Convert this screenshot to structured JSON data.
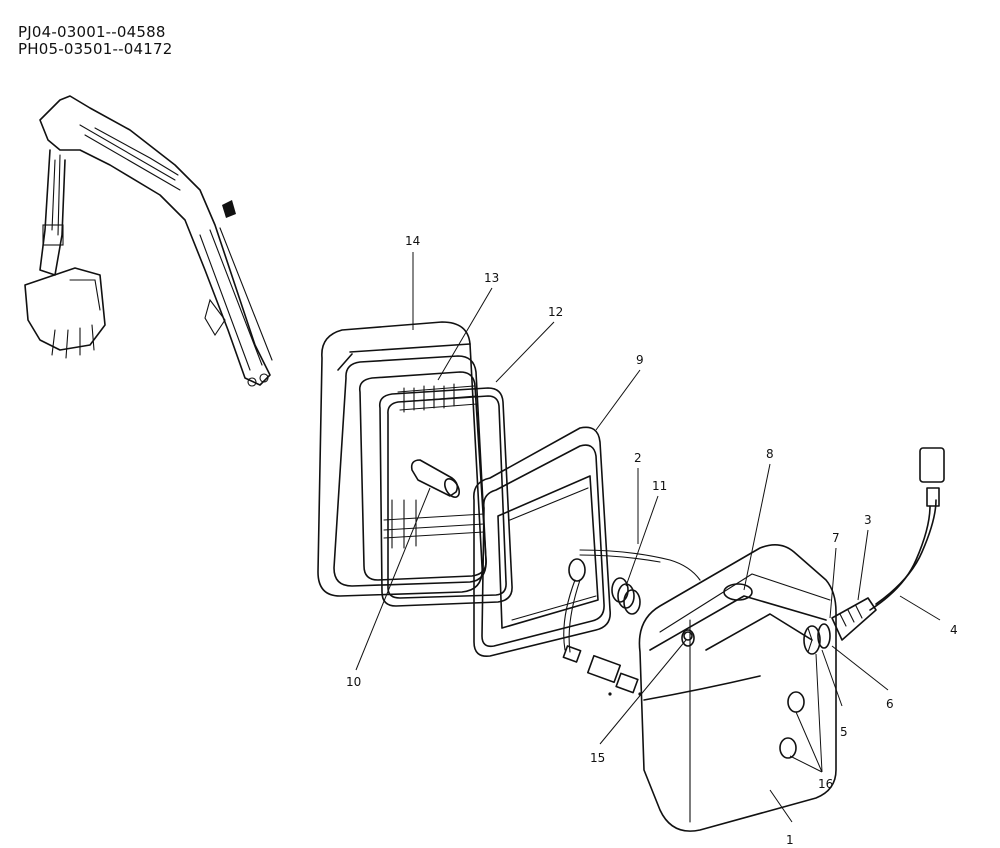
{
  "header": {
    "serial_1": "PJ04-03001--04588",
    "serial_2": "PH05-03501--04172"
  },
  "callouts": [
    {
      "id": "1",
      "label": "1"
    },
    {
      "id": "2",
      "label": "2"
    },
    {
      "id": "3",
      "label": "3"
    },
    {
      "id": "4",
      "label": "4"
    },
    {
      "id": "5",
      "label": "5"
    },
    {
      "id": "6",
      "label": "6"
    },
    {
      "id": "7",
      "label": "7"
    },
    {
      "id": "8",
      "label": "8"
    },
    {
      "id": "9",
      "label": "9"
    },
    {
      "id": "10",
      "label": "10"
    },
    {
      "id": "11",
      "label": "11"
    },
    {
      "id": "12",
      "label": "12"
    },
    {
      "id": "13",
      "label": "13"
    },
    {
      "id": "14",
      "label": "14"
    },
    {
      "id": "15",
      "label": "15"
    },
    {
      "id": "16",
      "label": "16"
    }
  ]
}
